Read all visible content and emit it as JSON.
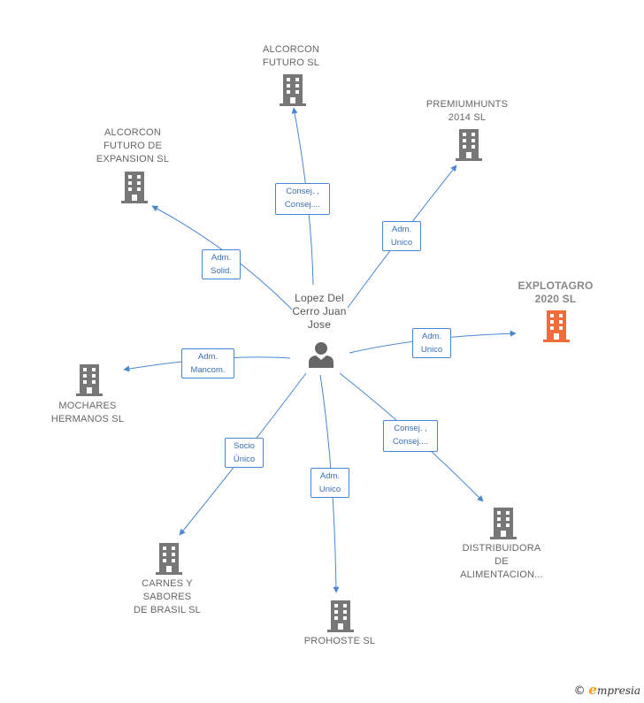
{
  "center": {
    "name_lines": [
      "Lopez Del",
      "Cerro Juan",
      "Jose"
    ],
    "icon": "person-icon"
  },
  "nodes": [
    {
      "id": "alcorcon-futuro",
      "lines": [
        "ALCORCON",
        "FUTURO SL"
      ],
      "icon": "building-icon",
      "color": "#777777"
    },
    {
      "id": "premiumhunts",
      "lines": [
        "PREMIUMHUNTS",
        "2014  SL"
      ],
      "icon": "building-icon",
      "color": "#777777"
    },
    {
      "id": "alcorcon-expansion",
      "lines": [
        "ALCORCON",
        "FUTURO DE",
        "EXPANSION SL"
      ],
      "icon": "building-icon",
      "color": "#777777"
    },
    {
      "id": "explotagro",
      "lines": [
        "EXPLOTAGRO",
        "2020  SL"
      ],
      "icon": "building-icon",
      "color": "#f26c3a"
    },
    {
      "id": "mochares",
      "lines": [
        "MOCHARES",
        "HERMANOS SL"
      ],
      "icon": "building-icon",
      "color": "#777777"
    },
    {
      "id": "distribuidora",
      "lines": [
        "DISTRIBUIDORA",
        "DE",
        "ALIMENTACION..."
      ],
      "icon": "building-icon",
      "color": "#777777"
    },
    {
      "id": "carnes",
      "lines": [
        "CARNES Y",
        "SABORES",
        "DE BRASIL SL"
      ],
      "icon": "building-icon",
      "color": "#777777"
    },
    {
      "id": "prohoste",
      "lines": [
        "PROHOSTE SL"
      ],
      "icon": "building-icon",
      "color": "#777777"
    }
  ],
  "relations": [
    {
      "id": "rel-alcorcon-futuro",
      "lines": [
        "Consej. ,",
        "Consej...."
      ]
    },
    {
      "id": "rel-premiumhunts",
      "lines": [
        "Adm.",
        "Unico"
      ]
    },
    {
      "id": "rel-alcorcon-expansion",
      "lines": [
        "Adm.",
        "Solid."
      ]
    },
    {
      "id": "rel-explotagro",
      "lines": [
        "Adm.",
        "Unico"
      ]
    },
    {
      "id": "rel-mochares",
      "lines": [
        "Adm.",
        "Mancom."
      ]
    },
    {
      "id": "rel-distribuidora",
      "lines": [
        "Consej. ,",
        "Consej...."
      ]
    },
    {
      "id": "rel-carnes",
      "lines": [
        "Socio",
        "Único"
      ]
    },
    {
      "id": "rel-prohoste",
      "lines": [
        "Adm.",
        "Unico"
      ]
    }
  ],
  "colors": {
    "edge": "#4a86d0",
    "building": "#777777",
    "highlight": "#f26c3a"
  },
  "footer": {
    "copyright": "©",
    "brand_initial": "e",
    "brand_rest": "mpresia"
  }
}
